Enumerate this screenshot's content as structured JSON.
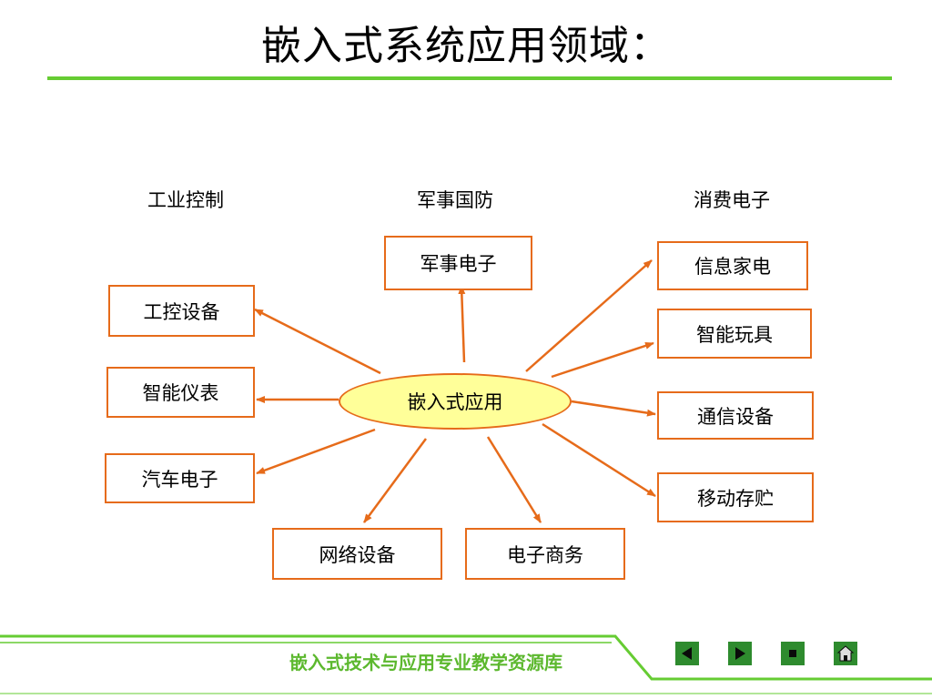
{
  "title": "嵌入式系统应用领域：",
  "categories": {
    "industrial": "工业控制",
    "military": "军事国防",
    "consumer": "消费电子"
  },
  "center": "嵌入式应用",
  "nodes": {
    "military_electronics": "军事电子",
    "industrial_equipment": "工控设备",
    "smart_instruments": "智能仪表",
    "automotive_electronics": "汽车电子",
    "network_equipment": "网络设备",
    "e_commerce": "电子商务",
    "info_appliances": "信息家电",
    "smart_toys": "智能玩具",
    "communication_equipment": "通信设备",
    "mobile_storage": "移动存贮"
  },
  "footer": {
    "text": "嵌入式技术与应用专业教学资源库"
  },
  "colors": {
    "accent_green": "#66cc33",
    "arrow_orange": "#e66b1a",
    "hub_fill": "#ffff99",
    "nav_green": "#2e8b2e"
  },
  "nav_icons": [
    "prev-icon",
    "next-icon",
    "stop-icon",
    "home-icon"
  ]
}
